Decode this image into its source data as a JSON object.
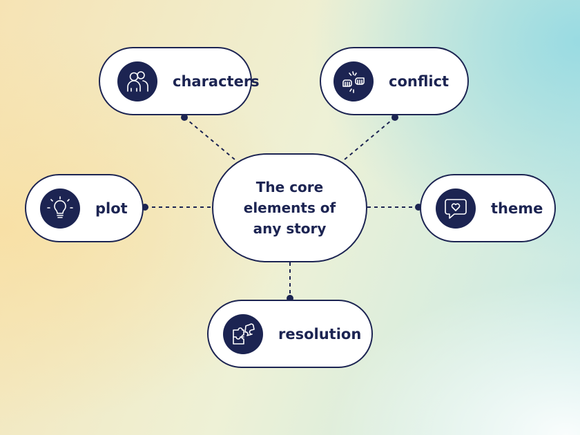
{
  "diagram": {
    "center": {
      "label": "The core elements of any story"
    },
    "nodes": [
      {
        "id": "characters",
        "label": "characters",
        "icon": "people-icon"
      },
      {
        "id": "conflict",
        "label": "conflict",
        "icon": "fists-icon"
      },
      {
        "id": "plot",
        "label": "plot",
        "icon": "lightbulb-icon"
      },
      {
        "id": "theme",
        "label": "theme",
        "icon": "heart-bubble-icon"
      },
      {
        "id": "resolution",
        "label": "resolution",
        "icon": "puzzle-icon"
      }
    ],
    "colors": {
      "accent": "#1c2452",
      "node_fill": "#ffffff"
    }
  }
}
